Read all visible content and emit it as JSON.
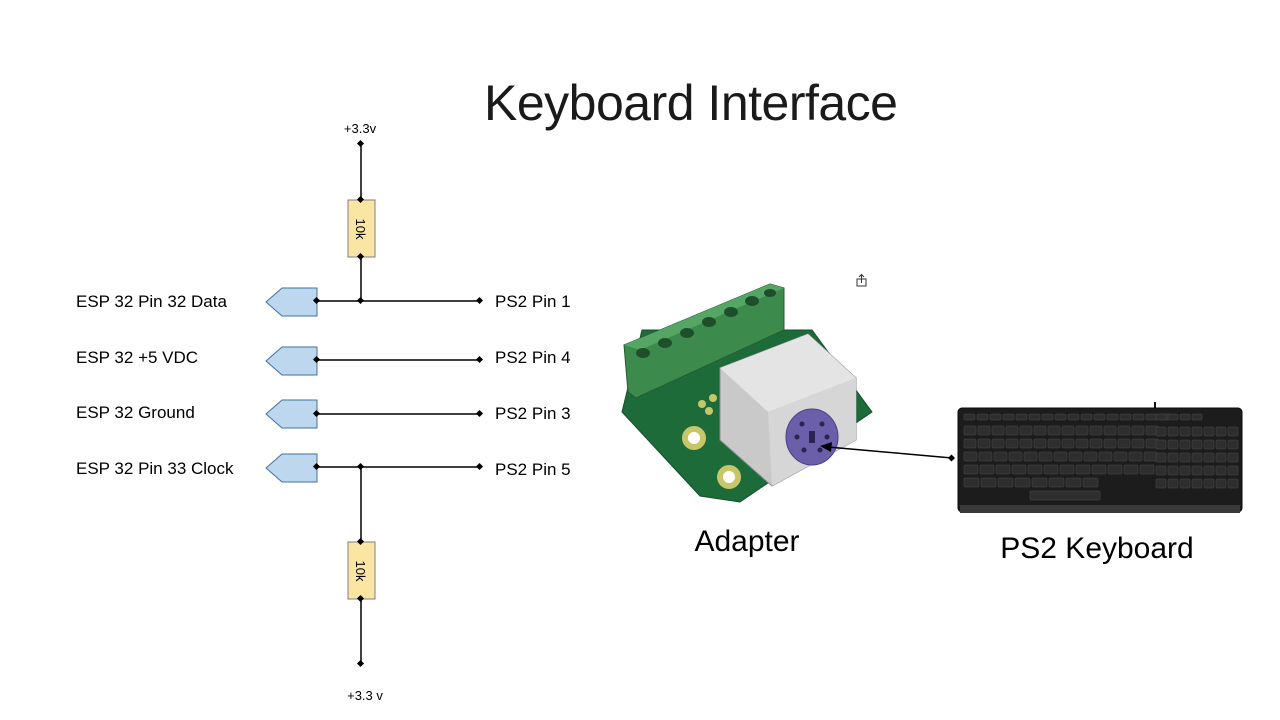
{
  "slide": {
    "title": "Keyboard Interface"
  },
  "supplies": {
    "top": "+3.3v",
    "bottom": "+3.3 v"
  },
  "resistors": {
    "top": "10k",
    "bottom": "10k"
  },
  "signals": [
    {
      "esp": "ESP 32 Pin 32 Data",
      "ps2": "PS2 Pin 1"
    },
    {
      "esp": "ESP 32 +5 VDC",
      "ps2": "PS2 Pin 4"
    },
    {
      "esp": "ESP 32 Ground",
      "ps2": "PS2 Pin 3"
    },
    {
      "esp": "ESP 32 Pin 33 Clock",
      "ps2": "PS2 Pin 5"
    }
  ],
  "images": {
    "adapter_label": "Adapter",
    "keyboard_label": "PS2 Keyboard"
  },
  "colors": {
    "port_fill": "#bdd7ee",
    "port_stroke": "#41719c",
    "resistor_fill": "#fbe5a3",
    "resistor_stroke": "#7f7f7f",
    "pcb_green": "#1e6b3a",
    "terminal_green": "#3c8a4c",
    "connector_purple": "#6a5fa8"
  }
}
